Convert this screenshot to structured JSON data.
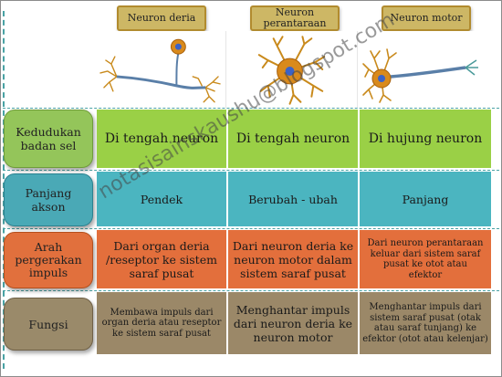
{
  "headers": {
    "col1": "Neuron deria",
    "col2_line1": "Neuron",
    "col2_line2": "perantaraan",
    "col3": "Neuron motor"
  },
  "rows": [
    {
      "label_line1": "Kedudukan",
      "label_line2": "badan sel",
      "c1": "Di tengah neuron",
      "c2": "Di tengah neuron",
      "c3": "Di hujung neuron"
    },
    {
      "label_line1": "Panjang",
      "label_line2": "akson",
      "c1": "Pendek",
      "c2": "Berubah - ubah",
      "c3": "Panjang"
    },
    {
      "label_line1": "Arah",
      "label_line2": "pergerakan",
      "label_line3": "impuls",
      "c1_l1": "Dari organ deria",
      "c1_l2": "/reseptor ke sistem",
      "c1_l3": "saraf pusat",
      "c2_l1": "Dari neuron deria ke",
      "c2_l2": "neuron motor dalam",
      "c2_l3": "sistem saraf pusat",
      "c3_l1": "Dari neuron perantaraan",
      "c3_l2": "keluar dari sistem saraf",
      "c3_l3": "pusat ke otot atau",
      "c3_l4": "efektor"
    },
    {
      "label": "Fungsi",
      "c1_l1": "Membawa impuls dari",
      "c1_l2": "organ deria atau reseptor",
      "c1_l3": "ke sistem saraf pusat",
      "c2_l1": "Menghantar impuls",
      "c2_l2": "dari neuron deria ke",
      "c2_l3": "neuron motor",
      "c3_l1": "Menghantar impuls dari",
      "c3_l2": "sistem saraf pusat (otak",
      "c3_l3": "atau saraf tunjang) ke",
      "c3_l4": "efektor (otot atau kelenjar)"
    }
  ],
  "watermark": "notasisainskaushu@blogspot.com",
  "colors": {
    "row1": "#9ad046",
    "row2": "#4bb5c0",
    "row3": "#e36f3c",
    "row4": "#9b8868",
    "header": "#cdb765"
  },
  "icons": [
    "sensory-neuron-icon",
    "interneuron-icon",
    "motor-neuron-icon"
  ]
}
